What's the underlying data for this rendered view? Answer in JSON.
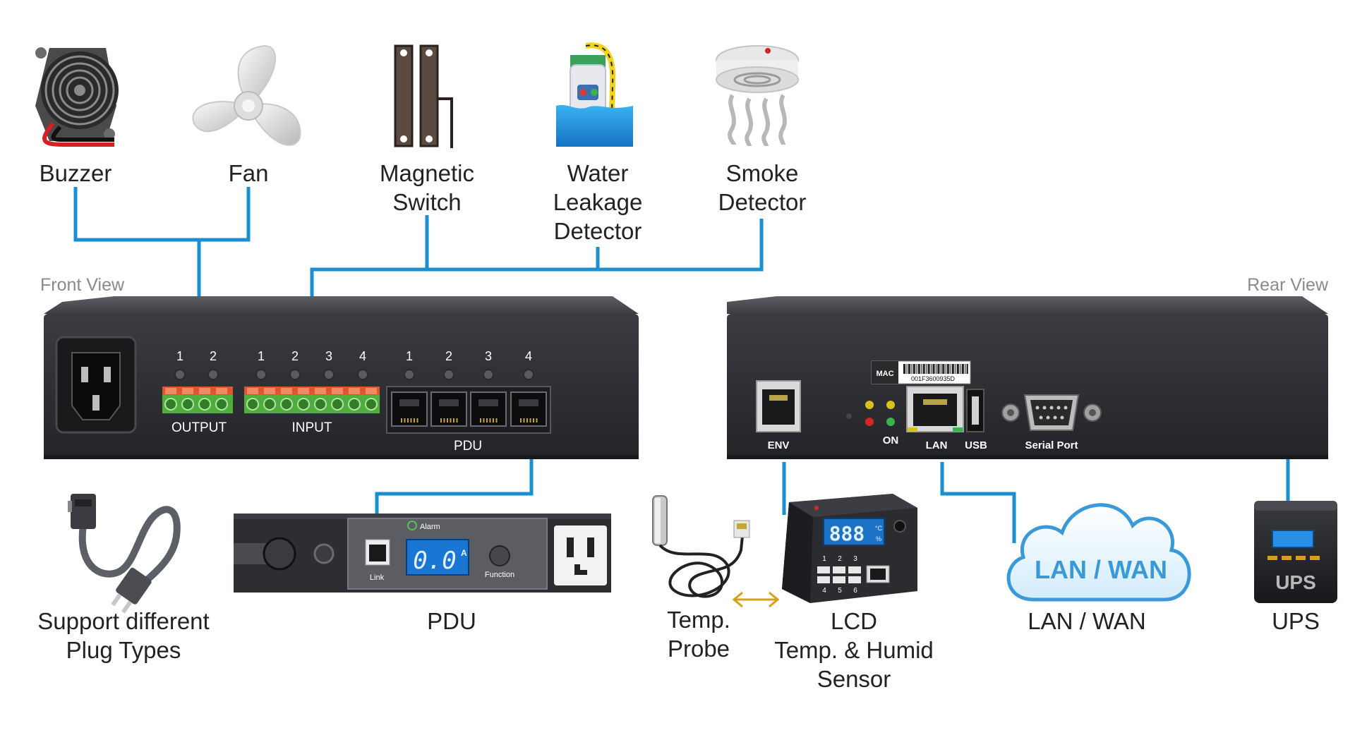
{
  "colors": {
    "connector": "#1b8fcf",
    "device": "#2e2f33",
    "cloud": "#3a9ad9",
    "amber": "#d4a21a"
  },
  "labels": {
    "buzzer": "Buzzer",
    "fan": "Fan",
    "magnetic_switch": [
      "Magnetic",
      "Switch"
    ],
    "water_leakage": [
      "Water",
      "Leakage",
      "Detector"
    ],
    "smoke_detector": [
      "Smoke",
      "Detector"
    ],
    "plug_types": [
      "Support different",
      "Plug Types"
    ],
    "pdu": "PDU",
    "temp_probe": [
      "Temp.",
      "Probe"
    ],
    "lcd_sensor": [
      "LCD",
      "Temp. & Humid",
      "Sensor"
    ],
    "lan_wan": "LAN / WAN",
    "ups": "UPS"
  },
  "views": {
    "front": "Front View",
    "rear": "Rear View"
  },
  "front_panel": {
    "output_label": "OUTPUT",
    "input_label": "INPUT",
    "pdu_label": "PDU",
    "output_numbers": [
      "1",
      "2"
    ],
    "input_numbers": [
      "1",
      "2",
      "3",
      "4"
    ],
    "pdu_numbers": [
      "1",
      "2",
      "3",
      "4"
    ]
  },
  "rear_panel": {
    "mac_label": "MAC",
    "mac_value": "001F3600935D",
    "env_label": "ENV",
    "on_label": "ON",
    "lan_label": "LAN",
    "usb_label": "USB",
    "serial_label": "Serial Port"
  },
  "pdu_unit": {
    "alarm": "Alarm",
    "link": "Link",
    "display": "0.0",
    "unit": "A",
    "function": "Function"
  },
  "lcd_unit": {
    "display": "888",
    "unit_top": "°C",
    "unit_bot": "%",
    "small_digits": [
      "1",
      "2",
      "3",
      "4",
      "5",
      "6"
    ]
  },
  "cloud_text": "LAN / WAN",
  "ups_text": "UPS"
}
